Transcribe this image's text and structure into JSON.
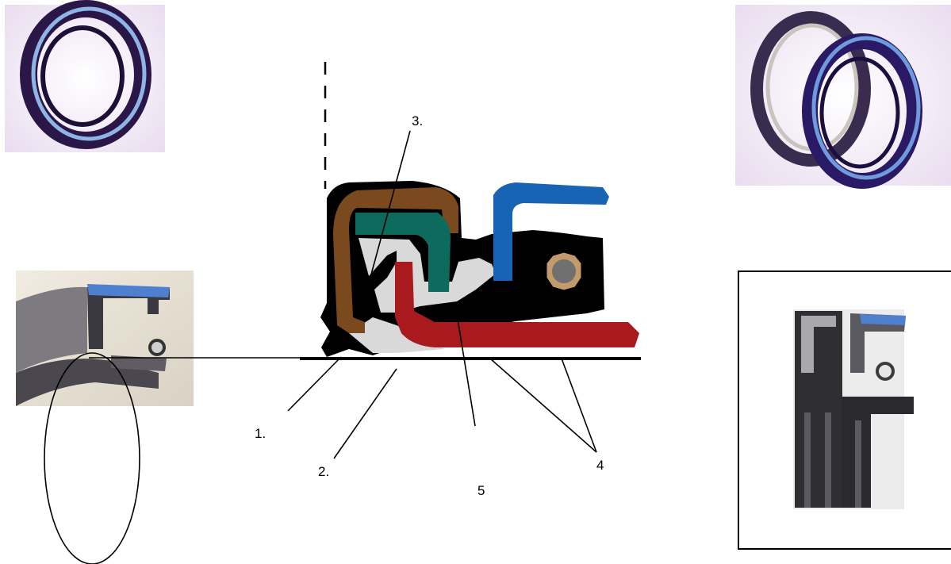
{
  "labels": {
    "l1": "1.",
    "l2": "2.",
    "l3": "3.",
    "l4": "4",
    "l5": "5"
  },
  "colors": {
    "seal_body": "#000000",
    "brown_layer": "#7a4a1e",
    "green_layer": "#0c6b5c",
    "blue_layer": "#1764b4",
    "red_layer": "#a81a1e",
    "inner_fill": "#d9d9d9",
    "spring_ring": "#c39a6b",
    "spring_core": "#707070"
  },
  "icons": {
    "photo_top_left": "seal-ring-photo",
    "photo_top_right": "double-seal-ring-photo",
    "photo_mid_left": "seal-cutaway-photo",
    "photo_bottom_right": "seal-section-photo"
  }
}
